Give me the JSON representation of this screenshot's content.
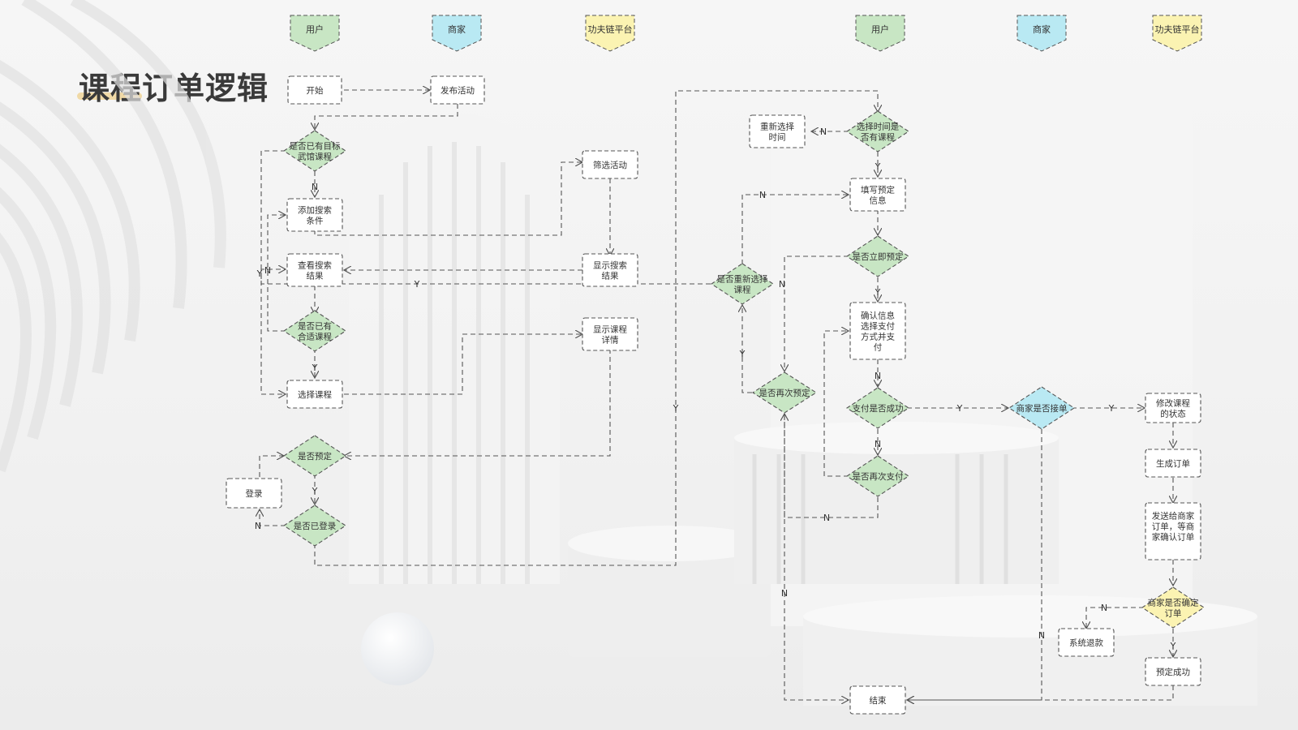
{
  "title": "课程订单逻辑",
  "colors": {
    "green": "#c8e6c4",
    "blue": "#b9e9f3",
    "yellow": "#fbf3b2",
    "white": "#ffffff",
    "line": "#555555",
    "title_underline": "#f0d9a6"
  },
  "lanes": {
    "left": [
      "用户",
      "商家",
      "功夫链平台"
    ],
    "right": [
      "用户",
      "商家",
      "功夫链平台"
    ]
  },
  "nodes": [
    {
      "id": "start",
      "text": "开始",
      "shape": "rect",
      "color": "white"
    },
    {
      "id": "publish",
      "text": "发布活动",
      "shape": "rect",
      "color": "white"
    },
    {
      "id": "has_target",
      "text": "是否已有目标武馆课程",
      "shape": "diamond",
      "color": "green"
    },
    {
      "id": "filter",
      "text": "筛选活动",
      "shape": "rect",
      "color": "white"
    },
    {
      "id": "add_cond",
      "text": "添加搜索条件",
      "shape": "rect",
      "color": "white"
    },
    {
      "id": "view_result",
      "text": "查看搜索结果",
      "shape": "rect",
      "color": "white"
    },
    {
      "id": "show_result",
      "text": "显示搜索结果",
      "shape": "rect",
      "color": "white"
    },
    {
      "id": "has_fit",
      "text": "是否已有合适课程",
      "shape": "diamond",
      "color": "green"
    },
    {
      "id": "show_detail",
      "text": "显示课程详情",
      "shape": "rect",
      "color": "white"
    },
    {
      "id": "choose",
      "text": "选择课程",
      "shape": "rect",
      "color": "white"
    },
    {
      "id": "book_q",
      "text": "是否预定",
      "shape": "diamond",
      "color": "green"
    },
    {
      "id": "login",
      "text": "登录",
      "shape": "rect",
      "color": "white"
    },
    {
      "id": "logged_q",
      "text": "是否已登录",
      "shape": "diamond",
      "color": "green"
    },
    {
      "id": "reselect_time",
      "text": "重新选择时间",
      "shape": "rect",
      "color": "white"
    },
    {
      "id": "time_q",
      "text": "选择时间是否有课程",
      "shape": "diamond",
      "color": "green"
    },
    {
      "id": "fill",
      "text": "填写预定信息",
      "shape": "rect",
      "color": "white"
    },
    {
      "id": "now_q",
      "text": "是否立即预定",
      "shape": "diamond",
      "color": "green"
    },
    {
      "id": "reselect_course",
      "text": "是否重新选择课程",
      "shape": "diamond",
      "color": "green"
    },
    {
      "id": "confirm",
      "text": "确认信息选择支付方式并支付",
      "shape": "rect",
      "color": "white"
    },
    {
      "id": "again_book",
      "text": "是否再次预定",
      "shape": "diamond",
      "color": "green"
    },
    {
      "id": "pay_ok",
      "text": "支付是否成功",
      "shape": "diamond",
      "color": "green"
    },
    {
      "id": "merchant_accept",
      "text": "商家是否接单",
      "shape": "diamond",
      "color": "blue"
    },
    {
      "id": "modify",
      "text": "修改课程的状态",
      "shape": "rect",
      "color": "white"
    },
    {
      "id": "pay_again",
      "text": "是否再次支付",
      "shape": "diamond",
      "color": "green"
    },
    {
      "id": "gen_order",
      "text": "生成订单",
      "shape": "rect",
      "color": "white"
    },
    {
      "id": "send",
      "text": "发送给商家订单，等商家确认订单",
      "shape": "rect",
      "color": "white"
    },
    {
      "id": "merchant_confirm",
      "text": "商家是否确定订单",
      "shape": "diamond",
      "color": "yellow"
    },
    {
      "id": "refund",
      "text": "系统退款",
      "shape": "rect",
      "color": "white"
    },
    {
      "id": "success",
      "text": "预定成功",
      "shape": "rect",
      "color": "white"
    },
    {
      "id": "end",
      "text": "结束",
      "shape": "rect",
      "color": "white"
    }
  ],
  "edge_labels": {
    "yes": "Y",
    "no": "N"
  }
}
